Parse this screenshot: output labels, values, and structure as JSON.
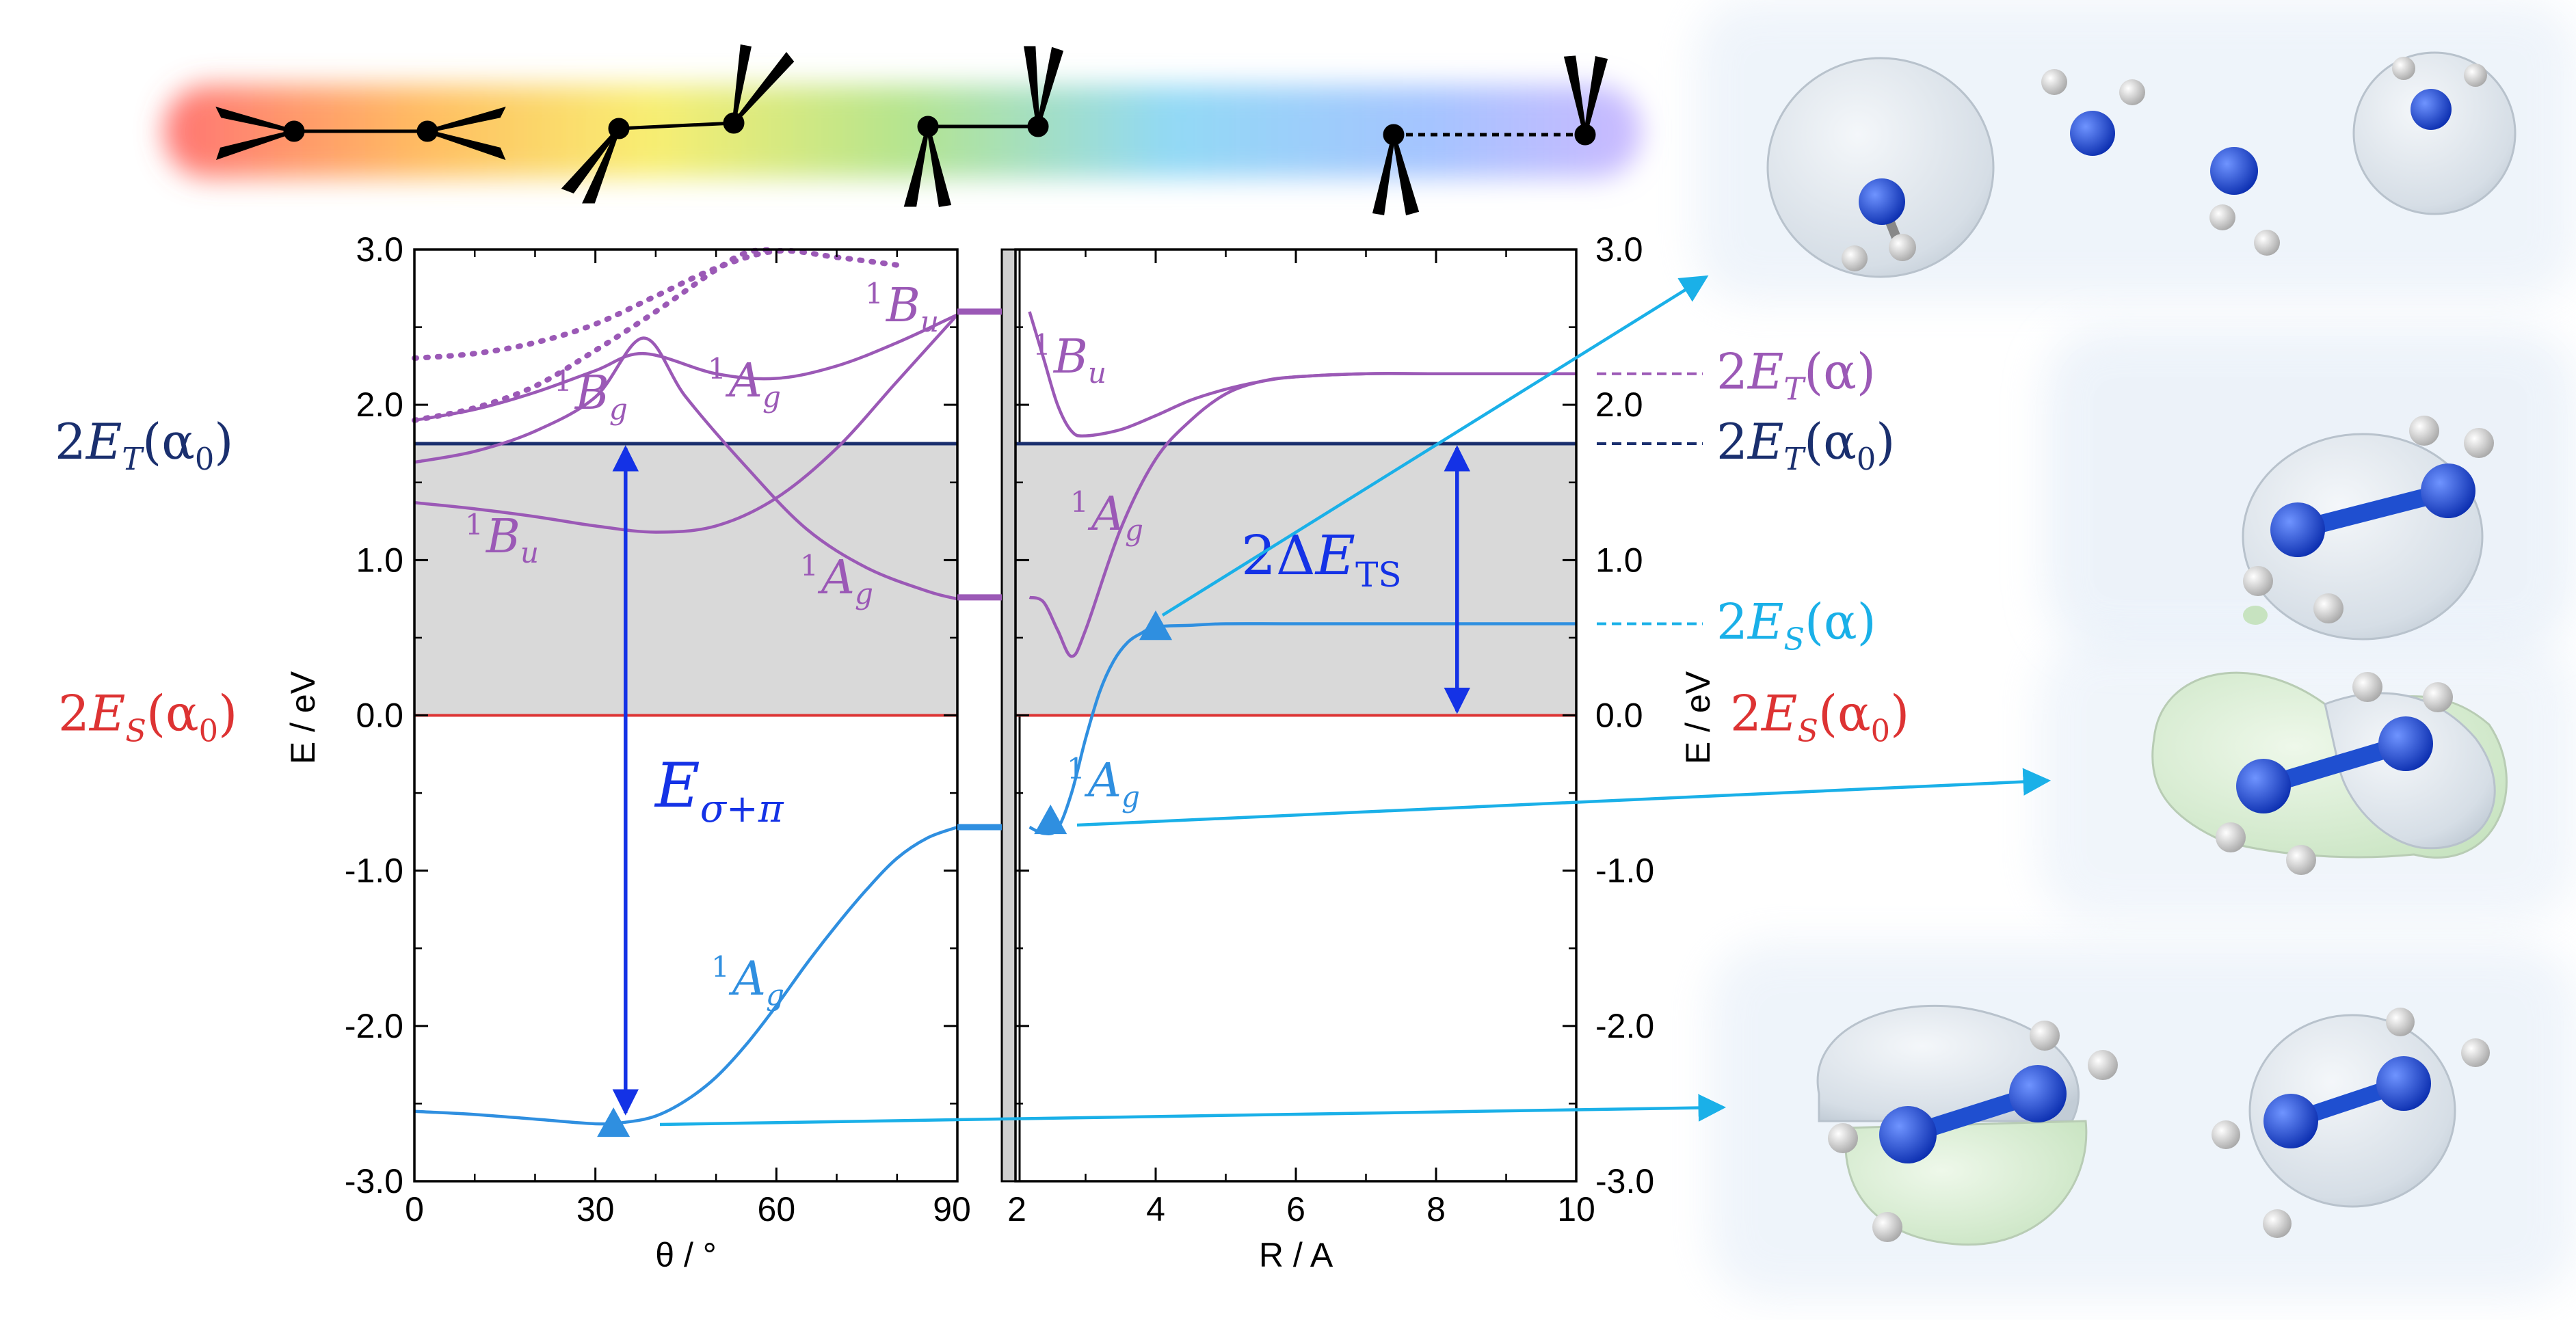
{
  "colors": {
    "purple": "#9b59b6",
    "purple_dark": "#8a3fa8",
    "navy": "#1a2f6e",
    "red": "#dd3333",
    "light_blue": "#2f8fe0",
    "cyan": "#1ab0e8",
    "blue_arrow": "#1432e6",
    "shade": "#d9d9d9",
    "atom": "#1f4fd0"
  },
  "chart_data": [
    {
      "type": "line",
      "panel": "left",
      "xlabel": "θ / °",
      "ylabel": "E / eV",
      "xlim": [
        0,
        90
      ],
      "ylim": [
        -3.0,
        3.0
      ],
      "x_ticks": [
        "0",
        "30",
        "60",
        "90"
      ],
      "y_ticks": [
        "3.0",
        "2.0",
        "1.0",
        "0.0",
        "-1.0",
        "-2.0",
        "-3.0"
      ],
      "shaded_band": [
        0.0,
        1.75
      ],
      "reference_lines": [
        {
          "name": "2E_T(α0)",
          "y": 1.75
        },
        {
          "name": "2E_S(α0)",
          "y": 0.0
        }
      ],
      "series": [
        {
          "name": "1Ag",
          "color": "light_blue",
          "x": [
            0,
            10,
            20,
            30,
            35,
            40,
            45,
            50,
            55,
            60,
            65,
            70,
            75,
            80,
            85,
            90
          ],
          "y": [
            -2.55,
            -2.57,
            -2.6,
            -2.63,
            -2.62,
            -2.58,
            -2.48,
            -2.33,
            -2.12,
            -1.87,
            -1.6,
            -1.35,
            -1.12,
            -0.92,
            -0.79,
            -0.72
          ]
        },
        {
          "name": "1Bg",
          "color": "purple",
          "x": [
            0,
            10,
            20,
            30,
            38,
            45,
            55,
            65,
            75,
            85,
            90
          ],
          "y": [
            1.63,
            1.7,
            1.83,
            2.05,
            2.43,
            2.05,
            1.6,
            1.2,
            0.95,
            0.8,
            0.75
          ]
        },
        {
          "name": "1Ag",
          "color": "purple",
          "x": [
            0,
            10,
            20,
            30,
            38,
            50,
            60,
            70,
            80,
            90
          ],
          "y": [
            1.9,
            1.97,
            2.08,
            2.22,
            2.33,
            2.2,
            2.17,
            2.25,
            2.4,
            2.58
          ]
        },
        {
          "name": "1Bu",
          "color": "purple",
          "x": [
            0,
            10,
            20,
            30,
            40,
            50,
            60,
            70,
            80,
            90
          ],
          "y": [
            1.37,
            1.33,
            1.28,
            1.22,
            1.18,
            1.22,
            1.4,
            1.72,
            2.15,
            2.58
          ]
        },
        {
          "name": "",
          "color": "purple",
          "style": "dotted",
          "x": [
            0,
            10,
            20,
            30,
            40,
            50,
            60,
            70,
            80
          ],
          "y": [
            2.3,
            2.33,
            2.4,
            2.52,
            2.7,
            2.88,
            2.99,
            2.95,
            2.9
          ]
        },
        {
          "name": "",
          "color": "purple",
          "style": "dotted",
          "x": [
            0,
            10,
            20,
            30,
            40,
            50,
            55,
            60
          ],
          "y": [
            1.9,
            1.98,
            2.12,
            2.35,
            2.6,
            2.87,
            2.98,
            3.0
          ]
        }
      ],
      "markers": [
        {
          "x": 33,
          "y": -2.63,
          "shape": "triangle"
        }
      ],
      "annotations": [
        {
          "text": "E_{σ+π}",
          "type": "double_arrow",
          "x": 35,
          "from": 1.75,
          "to": -2.63
        },
        {
          "text": "1Bu",
          "x": 90,
          "y": 2.6,
          "color": "purple"
        },
        {
          "text": "1Ag",
          "x": 90,
          "y": 0.76,
          "color": "purple"
        },
        {
          "text": "1Ag",
          "x": 90,
          "y": -0.72,
          "color": "light_blue"
        }
      ]
    },
    {
      "type": "line",
      "panel": "right",
      "xlabel": "R / A",
      "ylabel": "E / eV",
      "xlim": [
        2,
        10
      ],
      "ylim": [
        -3.0,
        3.0
      ],
      "x_ticks": [
        "2",
        "4",
        "6",
        "8",
        "10"
      ],
      "y_ticks": [
        "3.0",
        "2.0",
        "1.0",
        "0.0",
        "-1.0",
        "-2.0",
        "-3.0"
      ],
      "reference_lines": [
        {
          "name": "2E_T(α)",
          "y": 2.2
        },
        {
          "name": "2E_T(α0)",
          "y": 1.75
        },
        {
          "name": "2E_S(α)",
          "y": 0.59
        },
        {
          "name": "2E_S(α0)",
          "y": 0.0
        }
      ],
      "series": [
        {
          "name": "1Bu",
          "color": "purple",
          "x": [
            2.2,
            2.4,
            2.6,
            2.8,
            3.0,
            3.5,
            4.0,
            4.5,
            5.0,
            5.5,
            6.0,
            7.0,
            8.0,
            10.0
          ],
          "y": [
            2.6,
            2.3,
            2.0,
            1.83,
            1.8,
            1.84,
            1.93,
            2.03,
            2.1,
            2.15,
            2.18,
            2.2,
            2.2,
            2.2
          ]
        },
        {
          "name": "1Ag",
          "color": "purple",
          "x": [
            2.2,
            2.4,
            2.6,
            2.8,
            3.0,
            3.5,
            4.0,
            4.5,
            5.0,
            5.5,
            6.0,
            7.0,
            8.0,
            10.0
          ],
          "y": [
            0.76,
            0.73,
            0.55,
            0.38,
            0.55,
            1.2,
            1.65,
            1.9,
            2.07,
            2.15,
            2.18,
            2.2,
            2.2,
            2.2
          ]
        },
        {
          "name": "1Ag",
          "color": "light_blue",
          "x": [
            2.2,
            2.4,
            2.6,
            2.8,
            3.0,
            3.2,
            3.4,
            3.6,
            3.8,
            4.0,
            4.5,
            5.0,
            6.0,
            8.0,
            10.0
          ],
          "y": [
            -0.72,
            -0.76,
            -0.73,
            -0.5,
            -0.15,
            0.15,
            0.35,
            0.47,
            0.53,
            0.57,
            0.58,
            0.59,
            0.59,
            0.59,
            0.59
          ]
        }
      ],
      "markers": [
        {
          "x": 2.5,
          "y": -0.68,
          "shape": "triangle"
        },
        {
          "x": 4.0,
          "y": 0.57,
          "shape": "triangle"
        }
      ],
      "annotations": [
        {
          "text": "2ΔE_TS",
          "type": "double_arrow",
          "x": 8.3,
          "from": 1.75,
          "to": 0.0
        },
        {
          "text": "1Bu",
          "x": 3.0,
          "y": 2.25,
          "color": "purple"
        },
        {
          "text": "1Ag",
          "x": 3.8,
          "y": 1.25,
          "color": "purple"
        },
        {
          "text": "1Ag",
          "x": 3.6,
          "y": -0.45,
          "color": "light_blue"
        }
      ]
    }
  ]
}
